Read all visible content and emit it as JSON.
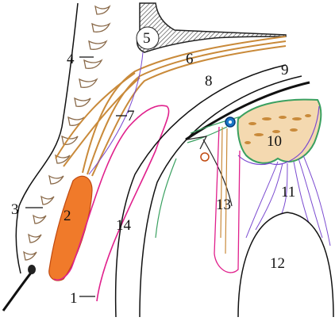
{
  "labels": {
    "l1": "1",
    "l2": "2",
    "l3": "3",
    "l4": "4",
    "l5": "5",
    "l6": "6",
    "l7": "7",
    "l8": "8",
    "l9": "9",
    "l10": "10",
    "l11": "11",
    "l12": "12",
    "l13": "13",
    "l14": "14"
  },
  "colors": {
    "outline": "#111111",
    "tarsus": "#c98a3a",
    "glands": "#f07a2a",
    "conjunctiva": "#e0208c",
    "zonules": "#7a4ad0",
    "bone": "#555555",
    "ciliary": "#3aa060",
    "iris_edge": "#1a78c8"
  }
}
